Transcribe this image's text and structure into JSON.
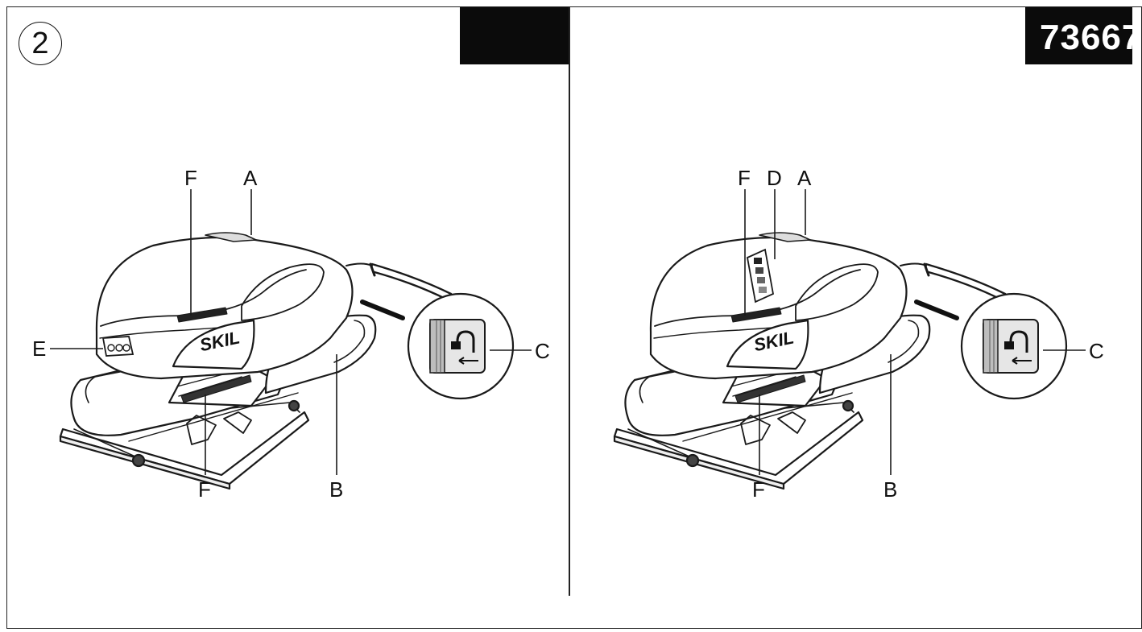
{
  "figure": {
    "number": "2"
  },
  "header": {
    "model_number": "73667"
  },
  "left_panel": {
    "labels": {
      "F_top": "F",
      "A": "A",
      "E": "E",
      "C": "C",
      "F_bottom": "F",
      "B": "B"
    }
  },
  "right_panel": {
    "labels": {
      "F_top": "F",
      "D": "D",
      "A": "A",
      "C": "C",
      "F_bottom": "F",
      "B": "B"
    }
  },
  "brand": "SKIL"
}
